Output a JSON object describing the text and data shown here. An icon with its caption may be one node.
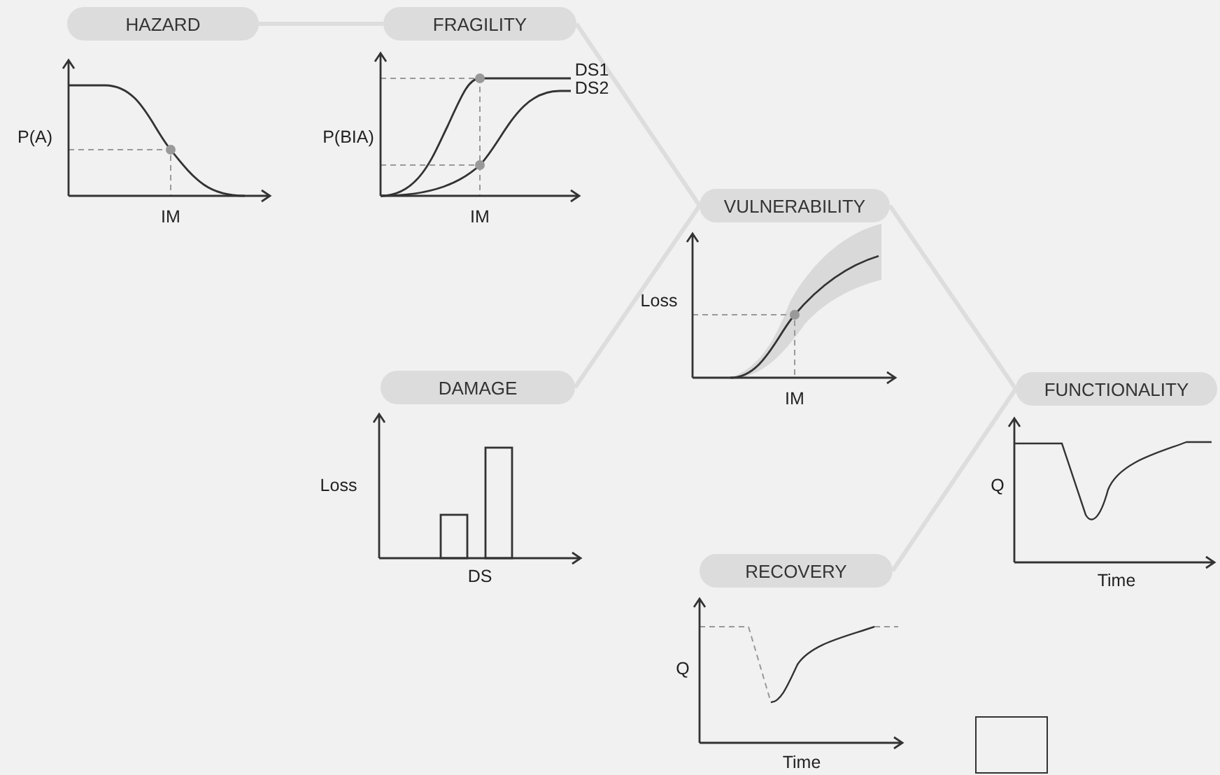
{
  "diagram": {
    "nodes": [
      {
        "text": [
          "HAZARD"
        ]
      },
      {
        "text": [
          "FRAGILITY"
        ]
      },
      {
        "text": [
          "VULNERABILITY"
        ]
      },
      {
        "text": [
          "DAMAGE"
        ]
      },
      {
        "text": [
          "FUNCTIONALITY"
        ]
      },
      {
        "text": [
          "RECOVERY"
        ]
      },
      {
        "text": [],
        "shape": "box"
      }
    ],
    "edges": [
      {
        "from": 0,
        "to": 1,
        "arrow": "none"
      },
      {
        "from": 1,
        "to": 2,
        "arrow": "none"
      },
      {
        "from": 3,
        "to": 2,
        "arrow": "none"
      },
      {
        "from": 2,
        "to": 4,
        "arrow": "none"
      },
      {
        "from": 5,
        "to": 4,
        "arrow": "none"
      }
    ],
    "labels": [
      "P(A)",
      "IM",
      "P(BIA)",
      "IM",
      "DS1",
      "DS2",
      "Loss",
      "IM",
      "Loss",
      "DS",
      "Q",
      "Time",
      "Q",
      "Time"
    ]
  }
}
